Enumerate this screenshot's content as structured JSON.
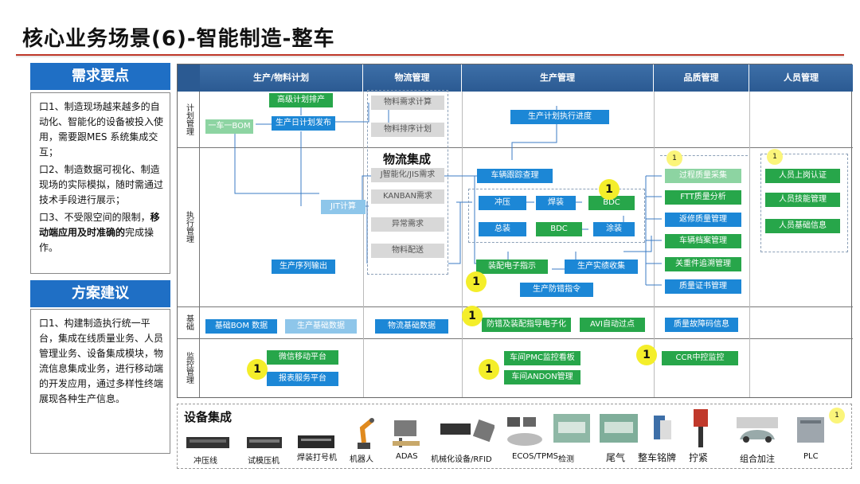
{
  "title": "核心业务场景(6)-智能制造-整车",
  "left": {
    "needs_header": "需求要点",
    "needs": [
      "口1、制造现场越来越多的自动化、智能化的设备被投入使用，需要跟MES 系统集成交互；",
      "口2、制造数据可视化、制造现场的实际模拟，随时需通过技术手段进行展示；",
      "口3、不受限空间的限制，"
    ],
    "needs3_bold": "移动端应用及时准确的",
    "needs3_tail": "完成操作。",
    "plan_header": "方案建议",
    "plan": "口1、构建制造执行统一平台，集成在线质量业务、人员管理业务、设备集成模块，物流信息集成业务，进行移动端的开发应用，通过多样性终端展现各种生产信息。"
  },
  "columns": [
    "生产/物料计划",
    "物流管理",
    "生产管理",
    "品质管理",
    "人员管理"
  ],
  "rows": [
    "计划管理",
    "执行管理",
    "基础",
    "监控管理"
  ],
  "boxes": {
    "advanced_plan": "高级计划排产",
    "daily_plan": "生产日计划发布",
    "one_car_bom": "一车一BOM",
    "material_calc": "物料需求计算",
    "material_sort": "物料排序计划",
    "plan_progress": "生产计划执行进度",
    "logistics_integration": "物流集成",
    "jit_jis": "J智能化/JIS需求",
    "kanban": "KANBAN需求",
    "abnormal": "异常需求",
    "material_dist": "物料配送",
    "jit_calc": "JIT计算",
    "seq_output": "生产序列输出",
    "vehicle_tracking": "车辆跟踪查理",
    "stamping": "冲压",
    "welding": "焊装",
    "bdc1": "BDC",
    "assembly": "总装",
    "bdc2": "BDC",
    "painting": "涂装",
    "e_guide": "装配电子指示",
    "real_perf": "生产实绩收集",
    "prod_order": "生产防错指令",
    "process_quality": "过程质量采集",
    "ftt": "FTT质量分析",
    "rework": "返修质量管理",
    "vehicle_archive": "车辆档案管理",
    "key_parts": "关重件追溯管理",
    "quality_cert": "质量证书管理",
    "staff_onboard": "人员上岗认证",
    "staff_skill": "人员技能管理",
    "staff_info": "人员基础信息",
    "base_bom": "基础BOM 数据",
    "prod_base": "生产基础数据",
    "logistics_base": "物流基础数据",
    "errorproof_barcode": "防错及装配指导电子化",
    "avi": "AVI自动过点",
    "quality_code": "质量故障码信息",
    "mobile_platform": "微信移动平台",
    "report_platform": "报表服务平台",
    "pmc": "车间PMC监控看板",
    "andon": "车间ANDON管理",
    "ccr": "CCR中控监控"
  },
  "badge": "1",
  "equip": {
    "label": "设备集成",
    "items": [
      "冲压线",
      "试模压机",
      "焊装打号机",
      "机器人",
      "ADAS",
      "机械化设备/RFID",
      "ECOS/TPMS",
      "检测",
      "尾气",
      "整车铭牌",
      "拧紧",
      "组合加注",
      "PLC"
    ]
  }
}
